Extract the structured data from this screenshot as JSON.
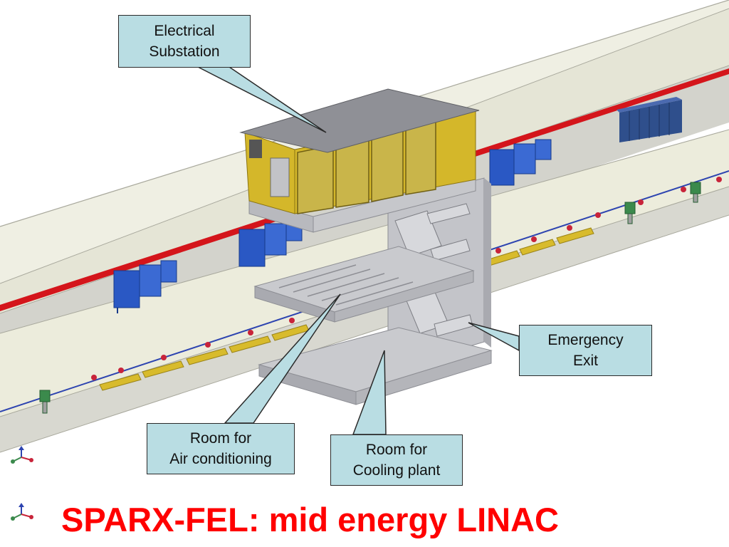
{
  "callouts": {
    "substation": {
      "line1": "Electrical",
      "line2": "Substation"
    },
    "exit": {
      "line1": "Emergency",
      "line2": "Exit"
    },
    "air": {
      "line1": "Room for",
      "line2": "Air conditioning"
    },
    "cooling": {
      "line1": "Room for",
      "line2": "Cooling plant"
    }
  },
  "title": "SPARX-FEL: mid energy LINAC",
  "colors": {
    "title": "#ff0000",
    "callout_fill": "#b9dde3",
    "tunnel_floor": "#eeeedd",
    "tunnel_wall": "#d6d6cf",
    "red_line": "#d4151b",
    "building_yellow": "#d4b72a",
    "roof_grey": "#8f9096",
    "concrete": "#c3c4c9",
    "racks_blue": "#2a58c4",
    "girder_yellow": "#d8bb2c"
  },
  "icons": [
    "axis-triad-icon"
  ]
}
